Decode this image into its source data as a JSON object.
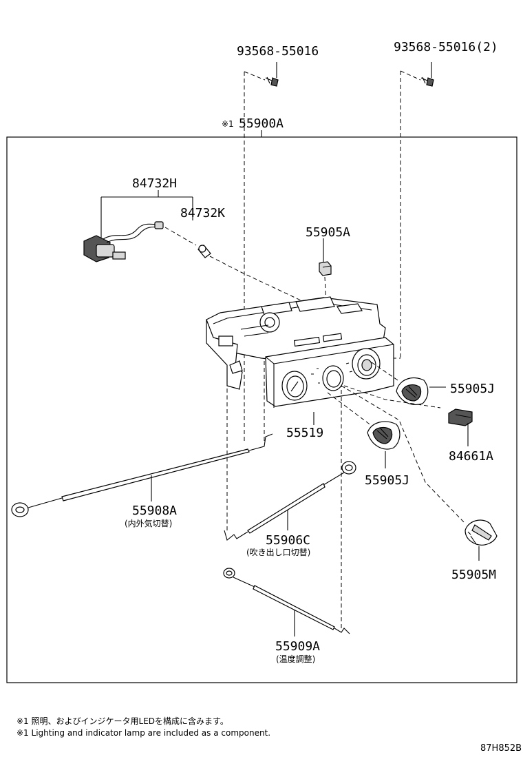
{
  "labels": {
    "p93568_left": "93568-55016",
    "p93568_right": "93568-55016(2)",
    "assembly_mark": "※1",
    "assembly": "55900A",
    "p84732H": "84732H",
    "p84732K": "84732K",
    "p55905A": "55905A",
    "p55905J_right": "55905J",
    "p84661A": "84661A",
    "p55519": "55519",
    "p55905J_lower": "55905J",
    "p55908A": "55908A",
    "p55908A_sub": "(内外気切替)",
    "p55906C": "55906C",
    "p55906C_sub": "(吹き出し口切替)",
    "p55905M": "55905M",
    "p55909A": "55909A",
    "p55909A_sub": "(温度調整)"
  },
  "notes": {
    "jp": "※1 照明、およびインジケータ用LEDを構成に含みます。",
    "en": "※1 Lighting and indicator lamp are included as a component."
  },
  "diagram_code": "87H852B",
  "icons": [
    "screw-icon",
    "bulb-icon",
    "socket-icon",
    "knob-icon",
    "connector-icon",
    "control-cable-icon",
    "dial-icon"
  ]
}
